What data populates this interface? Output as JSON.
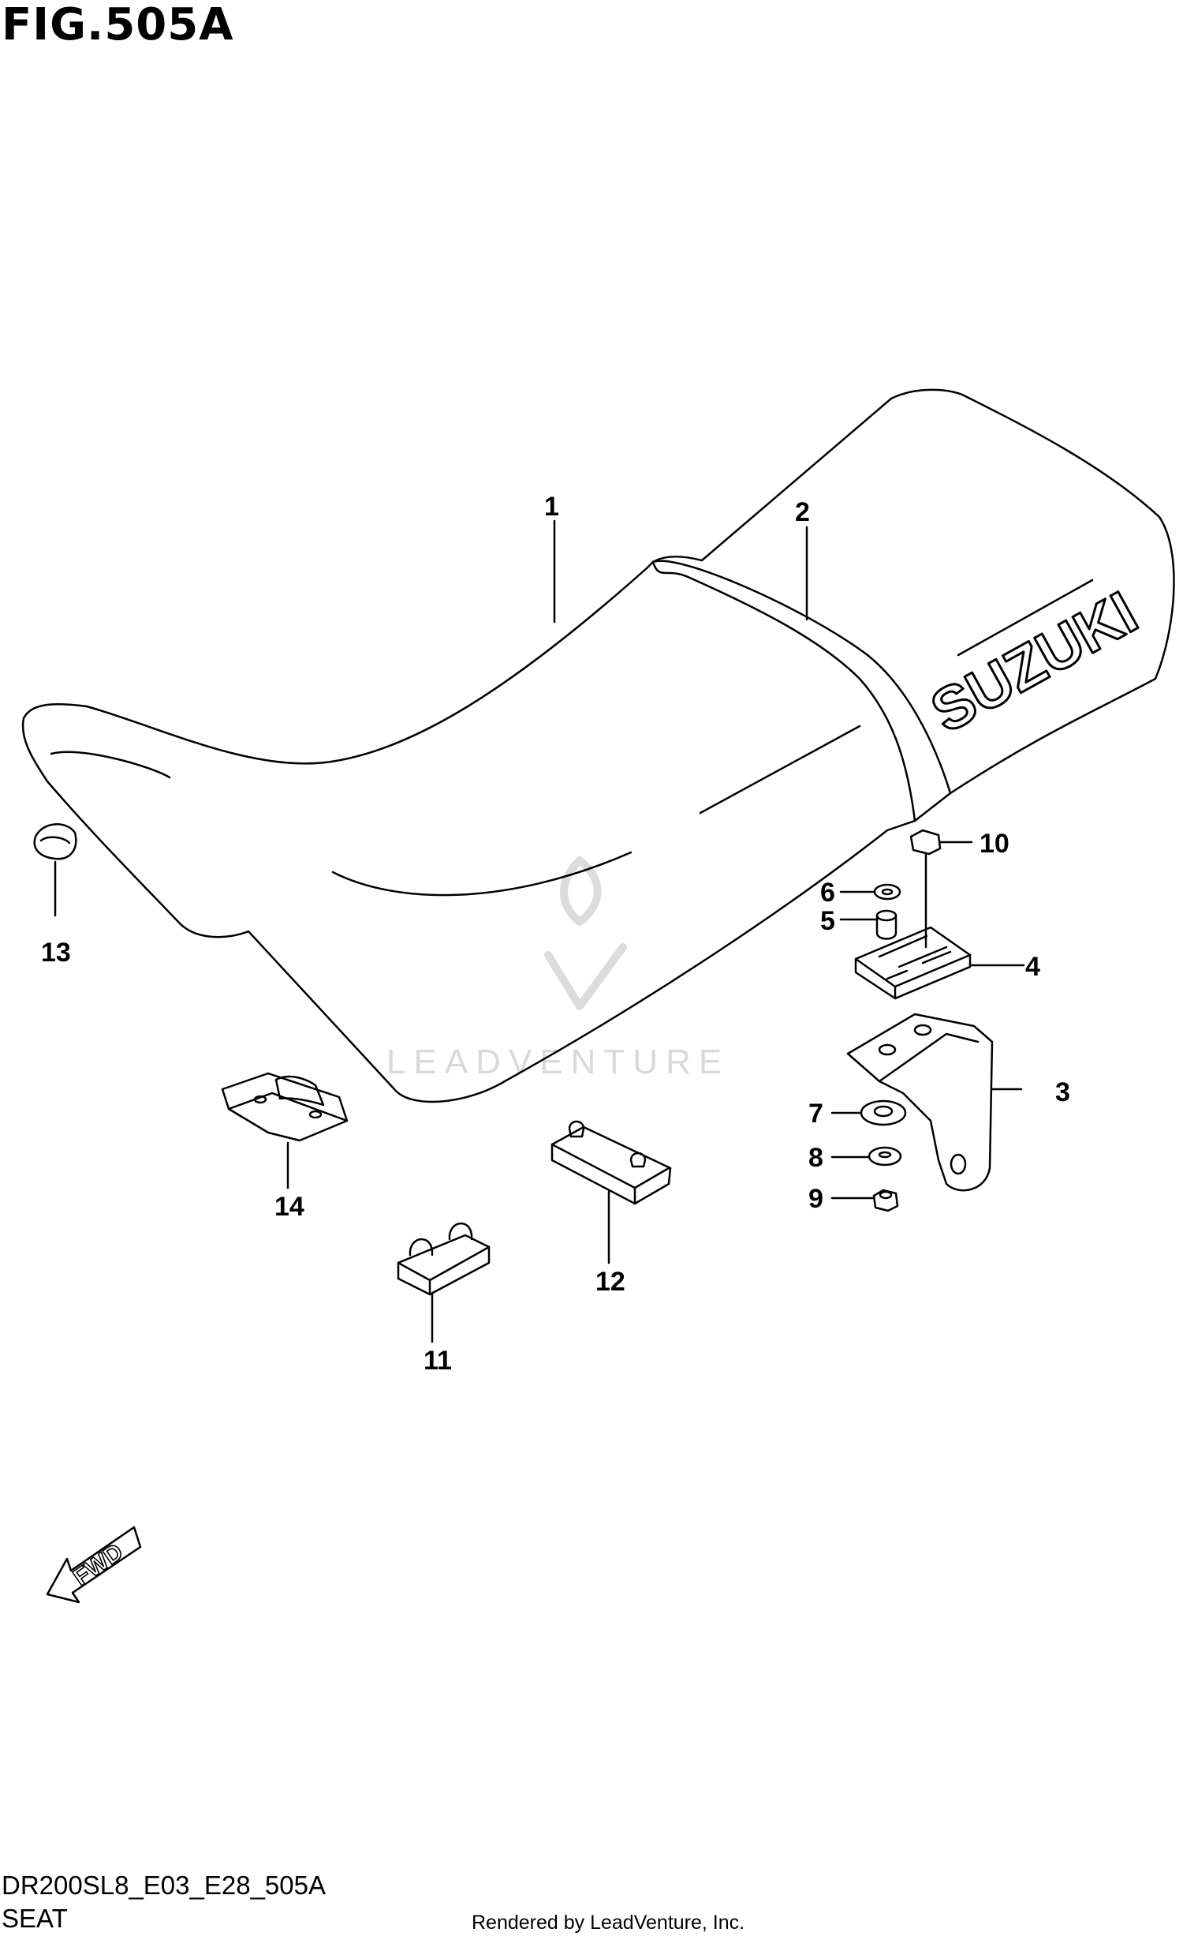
{
  "figure_title": "FIG.505A",
  "diagram_code": "DR200SL8_E03_E28_505A",
  "section_title": "SEAT",
  "rendered_by": "Rendered by LeadVenture, Inc.",
  "watermark_text": "LEADVENTURE",
  "seat_logo_text": "SUZUKI",
  "fwd_arrow_text": "FWD",
  "callouts": [
    "1",
    "2",
    "3",
    "4",
    "5",
    "6",
    "7",
    "8",
    "9",
    "10",
    "11",
    "12",
    "13",
    "14"
  ],
  "colors": {
    "line": "#000000",
    "watermark": "#d9d9d9",
    "background": "#ffffff"
  }
}
